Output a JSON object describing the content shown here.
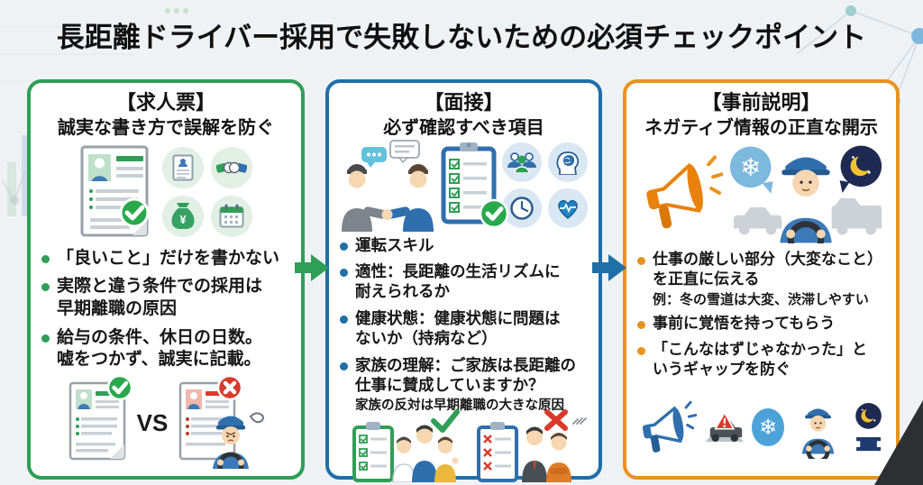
{
  "title": "長距離ドライバー採用で失敗しないための必須チェックポイント",
  "panel_jobposting": {
    "heading_tag": "【求人票】",
    "heading_sub": "誠実な書き方で誤解を防ぐ",
    "bullets": [
      {
        "text": "「良いこと」だけを書かない"
      },
      {
        "text": "実際と違う条件での採用は\n早期離職の原因"
      },
      {
        "text": "給与の条件、休日の日数。\n嘘をつかず、誠実に記載。"
      }
    ],
    "vs_label": "VS",
    "accent": "#2f9e57"
  },
  "panel_interview": {
    "heading_tag": "【面接】",
    "heading_sub": "必ず確認すべき項目",
    "bullets": [
      {
        "text": "運転スキル"
      },
      {
        "text": "適性：長距離の生活リズムに\n耐えられるか"
      },
      {
        "text": "健康状態：健康状態に問題は\nないか（持病など）"
      },
      {
        "text": "家族の理解：ご家族は長距離の\n仕事に賛成していますか？",
        "note": "家族の反対は早期離職の大きな原因"
      }
    ],
    "accent": "#1f6fa8"
  },
  "panel_disclosure": {
    "heading_tag": "【事前説明】",
    "heading_sub": "ネガティブ情報の正直な開示",
    "bullets": [
      {
        "text": "仕事の厳しい部分（大変なこと）\nを正直に伝える",
        "note": "例：冬の雪道は大変、渋滞しやすい"
      },
      {
        "text": "事前に覚悟を持ってもらう"
      },
      {
        "text": "「こんなはずじゃなかった」と\nいうギャップを防ぐ"
      }
    ],
    "accent": "#e8931f"
  },
  "icons": {
    "yen": "¥",
    "snowflake": "❄"
  },
  "colors": {
    "panel_green": "#2f9e57",
    "panel_blue": "#1f6fa8",
    "panel_orange": "#e8931f",
    "check_green": "#29a94c",
    "error_red": "#d93a2b",
    "title_text": "#101010",
    "background": "#eff2f4"
  }
}
